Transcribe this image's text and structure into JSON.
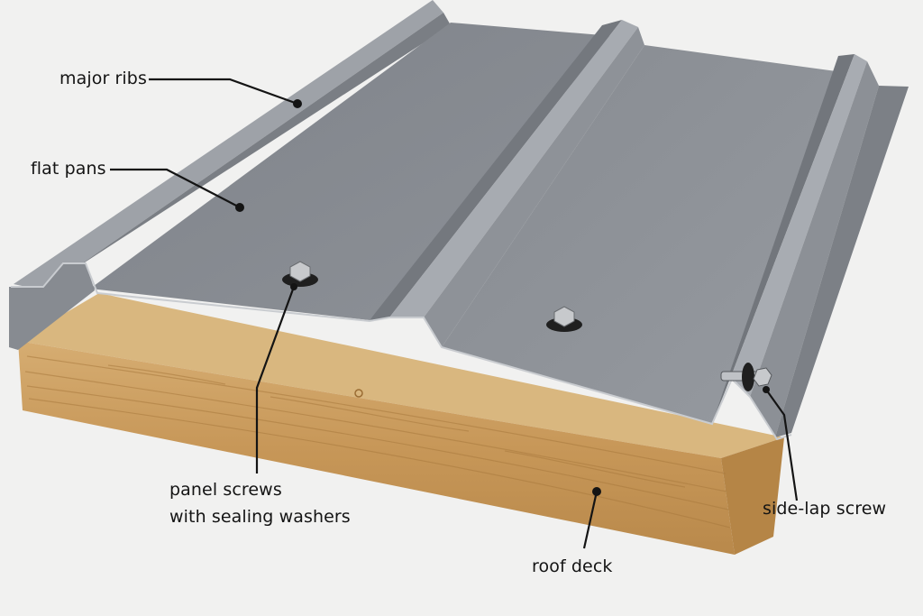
{
  "labels": {
    "major_ribs": "major ribs",
    "flat_pans": "flat pans",
    "panel_screws_line1": "panel screws",
    "panel_screws_line2": "with sealing washers",
    "side_lap_screw": "side-lap screw",
    "roof_deck": "roof deck"
  },
  "colors": {
    "background": "#f1f1f0",
    "metal_pan": "#8a8e94",
    "metal_rib_light": "#a3a7ad",
    "metal_rib_dark": "#6d7177",
    "wood_top": "#d9b77f",
    "wood_front": "#c99a5c",
    "leader_line": "#141414"
  }
}
